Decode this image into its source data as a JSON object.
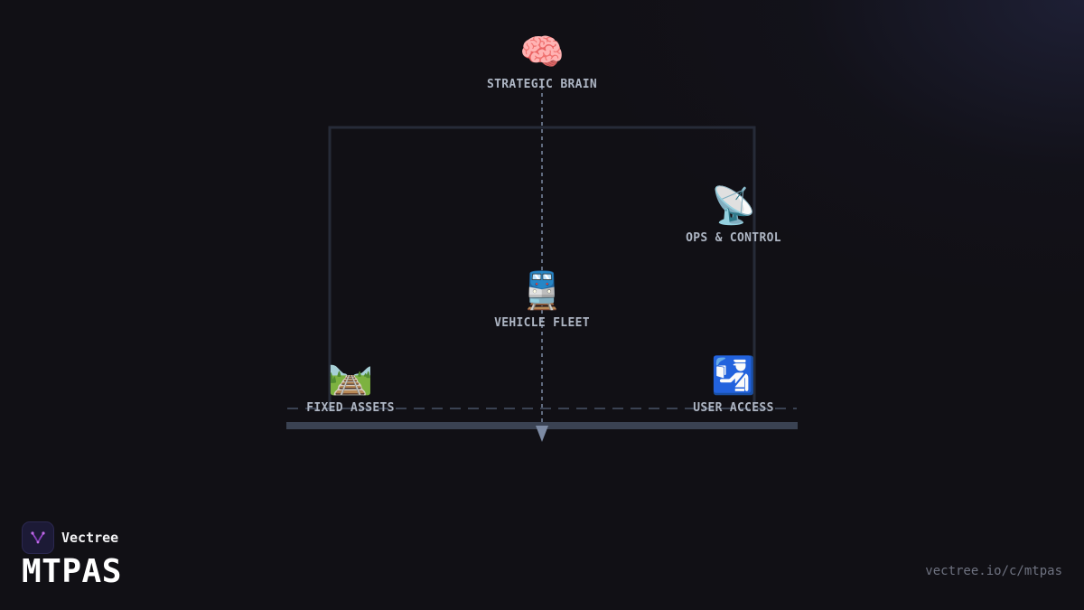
{
  "diagram": {
    "nodes": {
      "strategic_brain": {
        "icon": "brain-icon",
        "glyph": "🧠",
        "label": "STRATEGIC BRAIN"
      },
      "ops_control": {
        "icon": "satellite-antenna-icon",
        "glyph": "📡",
        "label": "OPS & CONTROL"
      },
      "vehicle_fleet": {
        "icon": "train-icon",
        "glyph": "🚆",
        "label": "VEHICLE FLEET"
      },
      "fixed_assets": {
        "icon": "railway-track-icon",
        "glyph": "🛤️",
        "label": "FIXED ASSETS"
      },
      "user_access": {
        "icon": "passport-control-icon",
        "glyph": "🛂",
        "label": "USER ACCESS"
      }
    },
    "colors": {
      "frame": "#262b38",
      "axis": "#7c8aa3",
      "baseline": "#3a4252",
      "label": "#aeb6c4"
    }
  },
  "brand": {
    "logo_icon": "vectree-logo-icon",
    "name": "Vectree"
  },
  "title": "MTPAS",
  "url": "vectree.io/c/mtpas"
}
